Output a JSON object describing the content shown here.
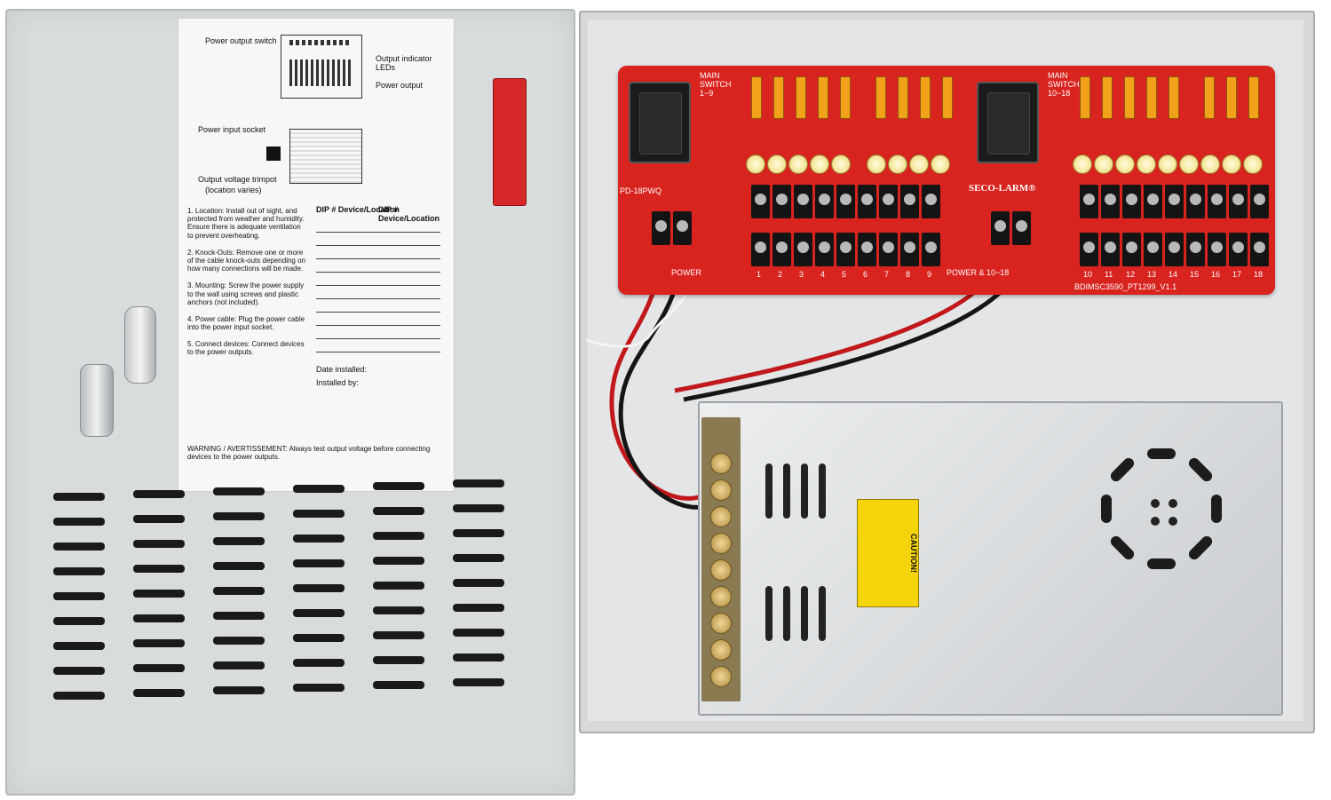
{
  "door_label": {
    "diagram_callouts": [
      "Power output switch",
      "Output indicator LEDs",
      "Power output",
      "Power input socket",
      "Output voltage trimpot",
      "(location varies)"
    ],
    "instructions": [
      "1.  Location: Install out of sight, and protected from weather and humidity. Ensure there is adequate ventilation to prevent overheating.",
      "2.  Knock-Outs: Remove one or more of the cable knock-outs depending on how many connections will be made.",
      "3.  Mounting: Screw the power supply to the wall using screws and plastic anchors (not included).",
      "4.  Power cable: Plug the power cable into the power input socket.",
      "5.  Connect devices: Connect devices to the power outputs."
    ],
    "table_header_1": "DIP #  Device/Location",
    "table_header_2": "DIP #  Device/Location",
    "fields": [
      "Date installed:",
      "Installed by:"
    ],
    "warning": "WARNING / AVERTISSEMENT: Always test output voltage before connecting devices to the power outputs."
  },
  "board": {
    "brand": "SECO-LARM®",
    "model": "PD-18PWQ",
    "switch_label_1": "MAIN SWITCH 1~9",
    "switch_label_2": "MAIN SWITCH 10~18",
    "power_label_1": "POWER",
    "power_label_2": "POWER & 10~18",
    "outputs_left": [
      "1",
      "2",
      "3",
      "4",
      "5",
      "6",
      "7",
      "8",
      "9"
    ],
    "outputs_right": [
      "10",
      "11",
      "12",
      "13",
      "14",
      "15",
      "16",
      "17",
      "18"
    ],
    "part_number": "BDIMSC3590_PT1299_V1.1"
  },
  "psu": {
    "caution_title": "CAUTION!"
  },
  "colors": {
    "board": "#d8231f",
    "cabinet": "#d6d8d9",
    "caution": "#f6d40c"
  }
}
